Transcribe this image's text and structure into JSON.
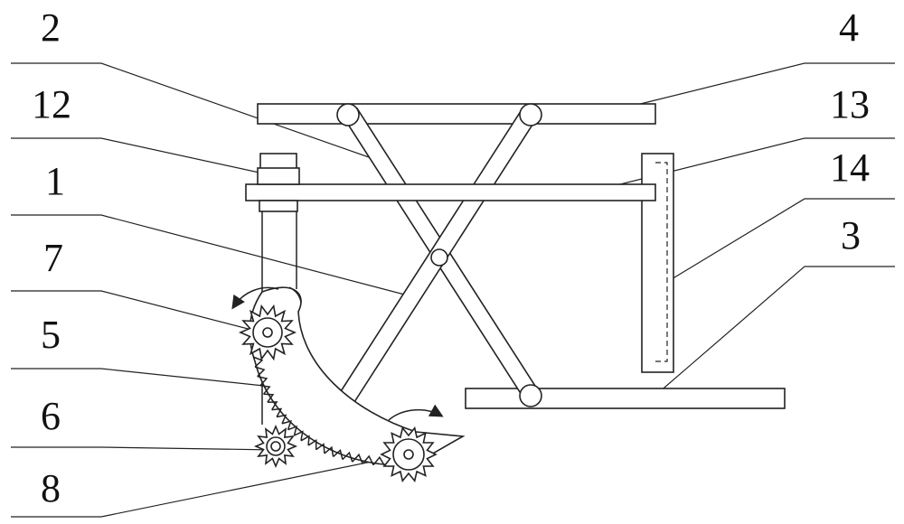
{
  "diagram": {
    "labels": {
      "l2": "2",
      "l4": "4",
      "l12": "12",
      "l13": "13",
      "l1": "1",
      "l14": "14",
      "l3": "3",
      "l7": "7",
      "l5": "5",
      "l6": "6",
      "l8": "8"
    }
  }
}
